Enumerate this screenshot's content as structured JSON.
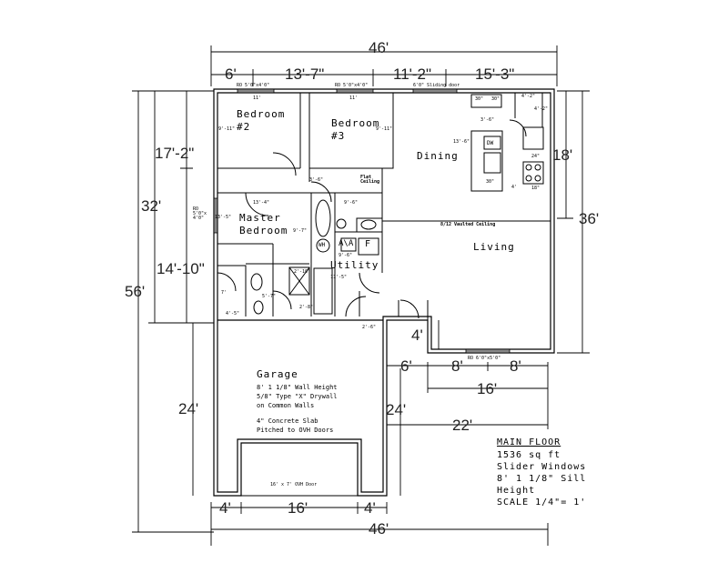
{
  "title_block": {
    "heading": "MAIN FLOOR",
    "area": "1536 sq ft",
    "windows": "Slider Windows",
    "sill": "8' 1 1/8\" Sill",
    "sill2": "Height",
    "scale": "SCALE 1/4\"= 1'"
  },
  "rooms": {
    "bedroom2": "Bedroom",
    "bedroom2_num": "#2",
    "bedroom3": "Bedroom",
    "bedroom3_num": "#3",
    "dining": "Dining",
    "living": "Living",
    "master": "Master",
    "master2": "Bedroom",
    "utility": "Utility",
    "garage": "Garage"
  },
  "garage_notes": [
    "8' 1 1/8\" Wall Height",
    "5/8\" Type \"X\" Drywall",
    "on Common Walls",
    "4\" Concrete Slab",
    "Pitched to OVH Doors"
  ],
  "notes": {
    "flat_ceiling": "Flat Ceiling",
    "vaulted": "8/12 Vaulted Ceiling",
    "ovh_door": "16' x 7' OVH Door",
    "win_top1": "RO 5'0\"x4'0\"",
    "win_top2": "RO 5'0\"x4'0\"",
    "sliding": "6'0\" Sliding door",
    "win_left": "RO 5'0\"x 4'0\"",
    "win_bottom": "RO 6'0\"x5'0\"",
    "dw": "DW",
    "wh": "WH",
    "ac": "A\\A",
    "f": "F"
  },
  "dimensions": {
    "top_total": "46'",
    "top_1": "6'",
    "top_2": "13'-7\"",
    "top_3": "11'-2\"",
    "top_4": "15'-3\"",
    "left_56": "56'",
    "left_32": "32'",
    "left_17": "17'-2\"",
    "left_14": "14'-10\"",
    "left_24": "24'",
    "right_18": "18'",
    "right_36": "36'",
    "bot_4a": "4'",
    "bot_16": "16'",
    "bot_4b": "4'",
    "bot_total": "46'",
    "gar_24": "24'",
    "liv_6": "6'",
    "liv_8a": "8'",
    "liv_8b": "8'",
    "liv_16": "16'",
    "liv_22": "22'",
    "liv_4": "4'",
    "b2_11": "11'",
    "b2_9": "9'-11\"",
    "b3_11": "11'",
    "b3_9": "9'-11\"",
    "din_13": "13'-6\"",
    "hall_36": "3'-6\"",
    "m_13_4": "13'-4\"",
    "m_13_5": "13'-5\"",
    "m_9_7": "9'-7\"",
    "bath_9_6": "9'-6\"",
    "util_9_6": "9'-6\"",
    "util_11_5": "11'-5\"",
    "k_3_6": "3'-6\"",
    "k_4_2a": "4'-2\"",
    "k_4_2b": "4'-2\"",
    "k_30a": "30\"",
    "k_30b": "30\"",
    "k_30c": "30\"",
    "k_24": "24\"",
    "k_18": "18\"",
    "k_4": "4'",
    "mb_5_7": "5'-7\"",
    "mb_7": "7'",
    "mb_4_5": "4'-5\"",
    "mb_2_8": "2'-8\"",
    "mb_2_10": "2'-10\"",
    "e_2_6": "2'-6\""
  }
}
